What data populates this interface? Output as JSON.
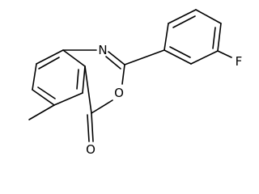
{
  "atoms": {
    "n": "N",
    "o_ring": "O",
    "o_carbonyl": "O",
    "f": "F"
  },
  "colors": {
    "bond": "#000000",
    "label": "#000000",
    "background": "#ffffff"
  }
}
